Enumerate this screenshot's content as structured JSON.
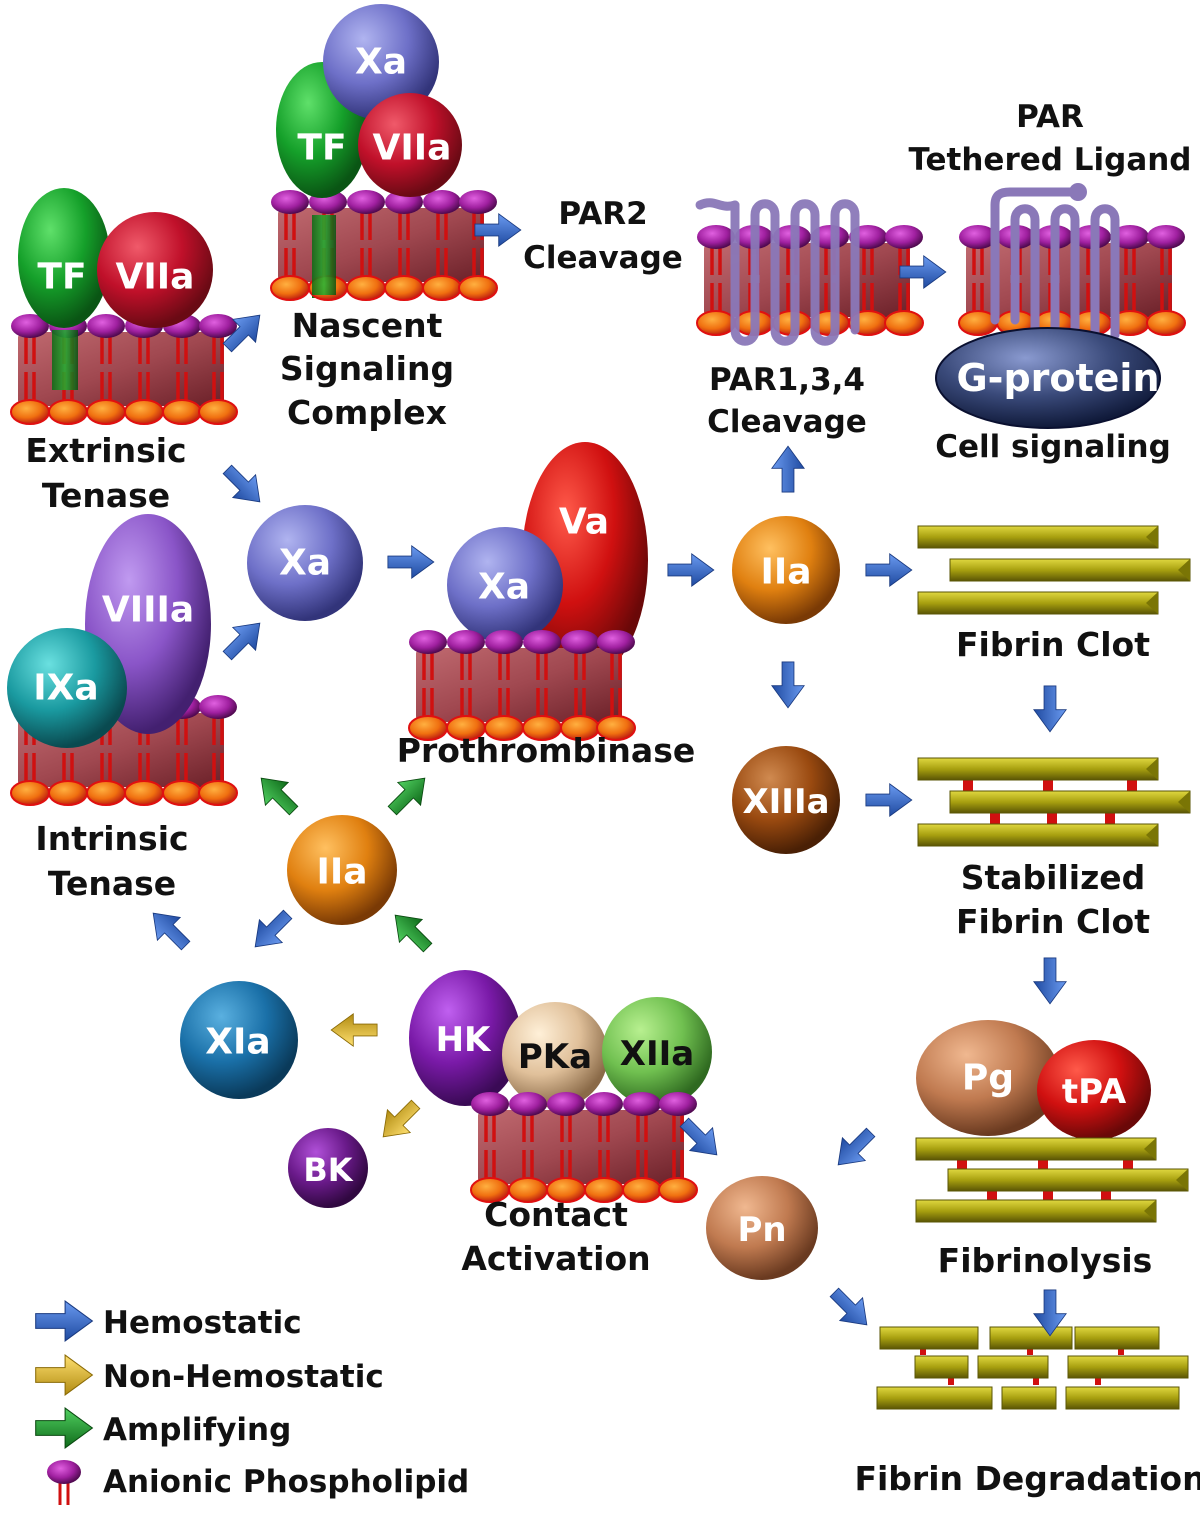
{
  "title": "Coagulation, contact activation, PAR signaling and fibrinolysis pathways",
  "complexes": {
    "extrinsic_tenase": {
      "label": [
        "Extrinsic",
        "Tenase"
      ],
      "molecules": [
        "TF",
        "VIIa"
      ]
    },
    "nascent_signaling": {
      "label": [
        "Nascent",
        "Signaling",
        "Complex"
      ],
      "molecules": [
        "Xa",
        "TF",
        "VIIa"
      ]
    },
    "intrinsic_tenase": {
      "label": [
        "Intrinsic",
        "Tenase"
      ],
      "molecules": [
        "VIIIa",
        "IXa"
      ]
    },
    "prothrombinase": {
      "label": [
        "Prothrombinase"
      ],
      "molecules": [
        "Va",
        "Xa"
      ]
    },
    "contact_activation": {
      "label": [
        "Contact",
        "Activation"
      ],
      "molecules": [
        "HK",
        "PKa",
        "XIIa"
      ]
    }
  },
  "free_molecules": {
    "xa": "Xa",
    "iia_center": "IIa",
    "iia_left": "IIa",
    "xiiia": "XIIIa",
    "xia": "XIa",
    "bk": "BK",
    "pn": "Pn",
    "pg": "Pg",
    "tpa": "tPA",
    "g_protein": "G-protein"
  },
  "par": {
    "par2": [
      "PAR2",
      "Cleavage"
    ],
    "par134": [
      "PAR1,3,4",
      "Cleavage"
    ],
    "tethered": [
      "PAR",
      "Tethered Ligand"
    ],
    "cell_signaling": "Cell signaling"
  },
  "fibrin": {
    "clot": "Fibrin Clot",
    "stabilized": [
      "Stabilized",
      "Fibrin Clot"
    ],
    "fibrinolysis": "Fibrinolysis",
    "degradation": "Fibrin Degradation"
  },
  "legend": [
    {
      "label": "Hemostatic",
      "type": "arrow",
      "color": "#2f5fb8"
    },
    {
      "label": "Non-Hemostatic",
      "type": "arrow",
      "color": "#e0b020"
    },
    {
      "label": "Amplifying",
      "type": "arrow",
      "color": "#1f9a2a"
    },
    {
      "label": "Anionic Phospholipid",
      "type": "phospholipid",
      "color": "#9a2aa0"
    }
  ],
  "colors": {
    "hemostatic": "#2f5fb8",
    "non_hemostatic": "#e0b020",
    "amplifying": "#1f9a2a",
    "tf": "#1a9a2a",
    "viia": "#c0102a",
    "xa": "#6e70c8",
    "va": "#d01010",
    "viiia": "#8a55c8",
    "ixa": "#1a9aa0",
    "iia": "#e08010",
    "xiiia": "#9a4a10",
    "xia": "#1a70a8",
    "hk": "#7a1aa8",
    "pka": "#e8c8a0",
    "xiia": "#70c050",
    "bk": "#6a1a8a",
    "pn": "#c07a50",
    "pg": "#c07a50",
    "tpa": "#d01010",
    "gprotein": "#3a4a7a",
    "fibrin": "#a8a010",
    "membrane": "#a04850",
    "head_top": "#a020a0",
    "head_bottom": "#f07010",
    "par_helix": "#8a78b8"
  }
}
